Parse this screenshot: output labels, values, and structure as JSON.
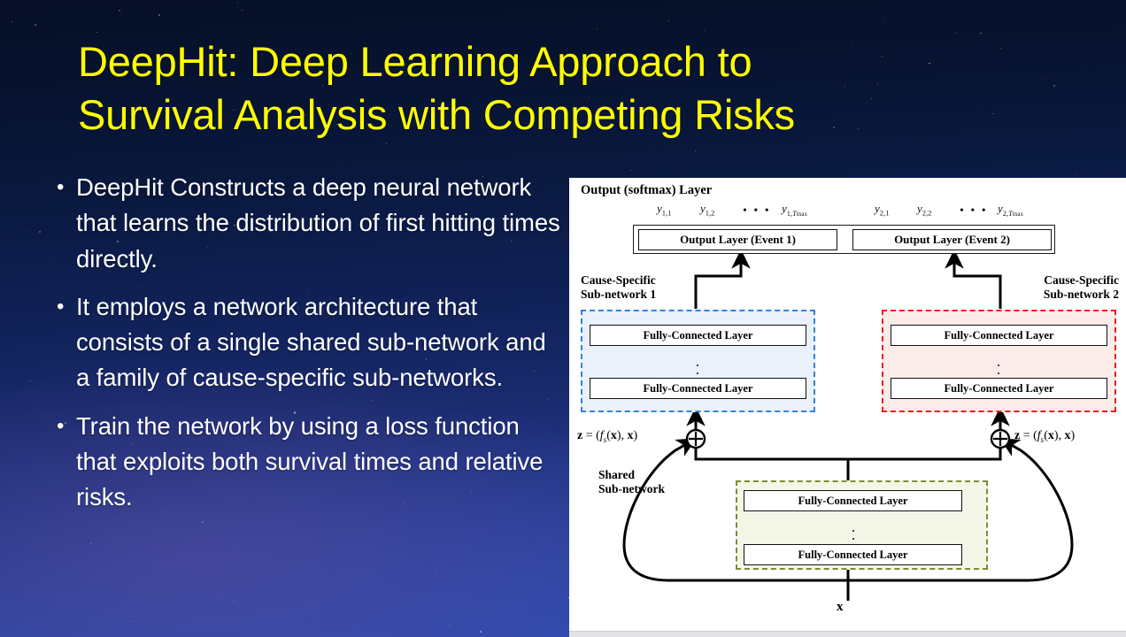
{
  "slide": {
    "title": "DeepHit: Deep Learning Approach to\nSurvival Analysis with Competing Risks",
    "title_color": "#ffff00",
    "bullet_marker": "•",
    "bullets": [
      "DeepHit Constructs a deep neural network that learns the distribution of first hitting times directly.",
      "It employs a network architecture that consists of a single shared sub-network and a family of cause-specific sub-networks.",
      "Train the network by using a loss function that exploits both survival times and relative risks."
    ]
  },
  "figure": {
    "output_section_label": "Output (softmax) Layer",
    "output_boxes": [
      "Output Layer (Event 1)",
      "Output Layer (Event 2)"
    ],
    "y_labels_event1": [
      "y1,1",
      "y1,2",
      "y1,Tmax"
    ],
    "y_labels_event2": [
      "y2,1",
      "y2,2",
      "y2,Tmax"
    ],
    "ellipsis": "• • •",
    "cause_specific_1_label": "Cause-Specific\nSub-network 1",
    "cause_specific_2_label": "Cause-Specific\nSub-network 2",
    "shared_label": "Shared\nSub-network",
    "fc_layer_label": "Fully-Connected Layer",
    "vertical_ellipsis": "⋮",
    "z_formula_left": "z = (fs(x), x)",
    "z_formula_right": "z = (fs(x), x)",
    "concat_symbol": "⊕",
    "input_label": "x",
    "colors": {
      "sub1_border": "#2f84e0",
      "sub1_fill": "#eaf1fb",
      "sub2_border": "#f01a1a",
      "sub2_fill": "#fbecea",
      "shared_border": "#7d8c33",
      "shared_fill": "#f4f7e8",
      "panel_bg": "#ffffff",
      "wire": "#000000"
    }
  }
}
